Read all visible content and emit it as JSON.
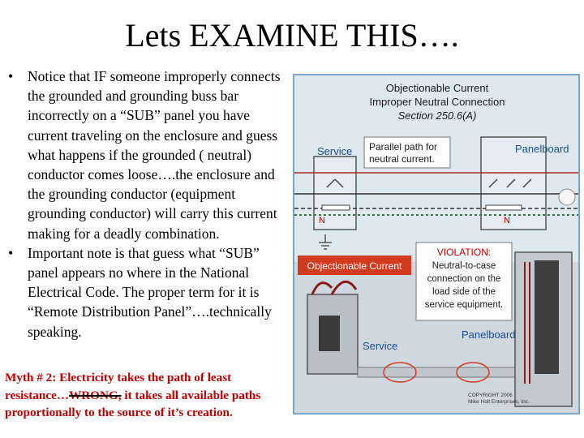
{
  "slide": {
    "title": "Lets EXAMINE THIS….",
    "bullets": [
      "Notice that IF someone improperly connects the grounded and grounding buss bar incorrectly on a “SUB” panel you have current traveling on the enclosure and guess what happens if the grounded ( neutral) conductor comes loose….the enclosure and the grounding conductor (equipment grounding conductor) will carry this current making for a deadly combination.",
      "Important note is that guess what “SUB” panel appears no where in the National Electrical Code. The proper term for it is “Remote Distribution Panel”….technically speaking."
    ],
    "myth": {
      "before": "Myth # 2: Electricity takes the path of least resistance…",
      "strike": "WRONG,",
      "after": " it takes all available paths proportionally to the source of it’s creation."
    }
  },
  "diagram": {
    "heading": [
      "Objectionable Current",
      "Improper Neutral Connection",
      "Section 250.6(A)"
    ],
    "service_label": "Service",
    "panelboard_label": "Panelboard",
    "parallel_path": [
      "Parallel path for",
      "neutral current."
    ],
    "n_label_left": "N",
    "n_label_right": "N",
    "objectionable_current": "Objectionable Current",
    "violation": [
      "VIOLATION:",
      "Neutral-to-case",
      "connection on the",
      "load side of the",
      "service equipment."
    ],
    "photo_service_label": "Service",
    "photo_panelboard_label": "Panelboard",
    "copyright": [
      "COPYRIGHT 2006",
      "Mike Holt Enterprises, Inc."
    ],
    "colors": {
      "red_text": "#c00000",
      "label_blue": "#1a4d8f",
      "banner_red": "#d23b1e",
      "diagram_bg": "#dbe6ee"
    }
  }
}
